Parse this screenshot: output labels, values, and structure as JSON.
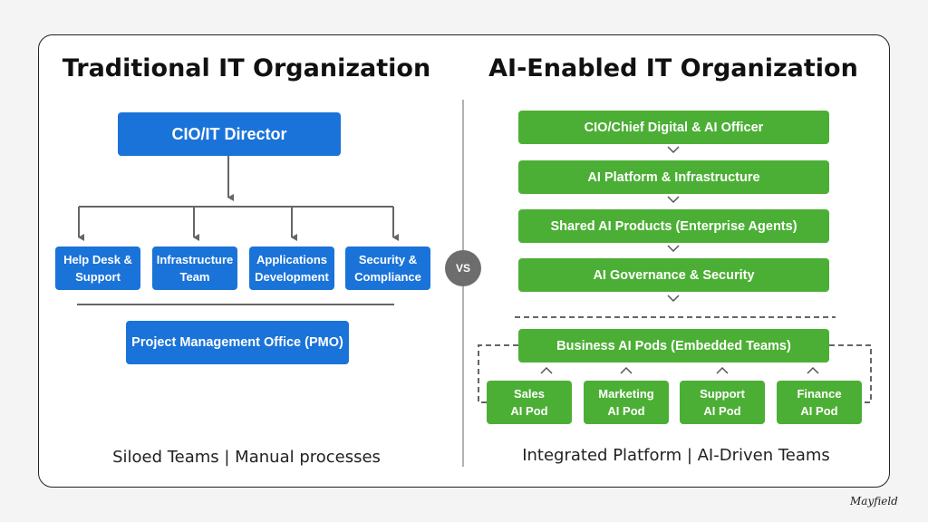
{
  "left": {
    "title": "Traditional IT Organization",
    "root": "CIO/IT Director",
    "teams": [
      {
        "line1": "Help Desk &",
        "line2": "Support"
      },
      {
        "line1": "Infrastructure",
        "line2": "Team"
      },
      {
        "line1": "Applications",
        "line2": "Development"
      },
      {
        "line1": "Security &",
        "line2": "Compliance"
      }
    ],
    "pmo": "Project Management Office (PMO)",
    "footer": "Siloed Teams | Manual processes"
  },
  "vs_label": "VS",
  "right": {
    "title": "AI-Enabled IT Organization",
    "stack": [
      "CIO/Chief Digital & AI Officer",
      "AI Platform & Infrastructure",
      "Shared AI Products (Enterprise Agents)",
      "AI Governance & Security"
    ],
    "pods_header": "Business AI Pods (Embedded Teams)",
    "pods": [
      {
        "line1": "Sales",
        "line2": "AI Pod"
      },
      {
        "line1": "Marketing",
        "line2": "AI Pod"
      },
      {
        "line1": "Support",
        "line2": "AI Pod"
      },
      {
        "line1": "Finance",
        "line2": "AI Pod"
      }
    ],
    "footer": "Integrated Platform | AI-Driven Teams"
  },
  "logo": "Mayfield",
  "colors": {
    "blue": "#1a73d9",
    "green": "#4caf35",
    "connector": "#666666"
  }
}
